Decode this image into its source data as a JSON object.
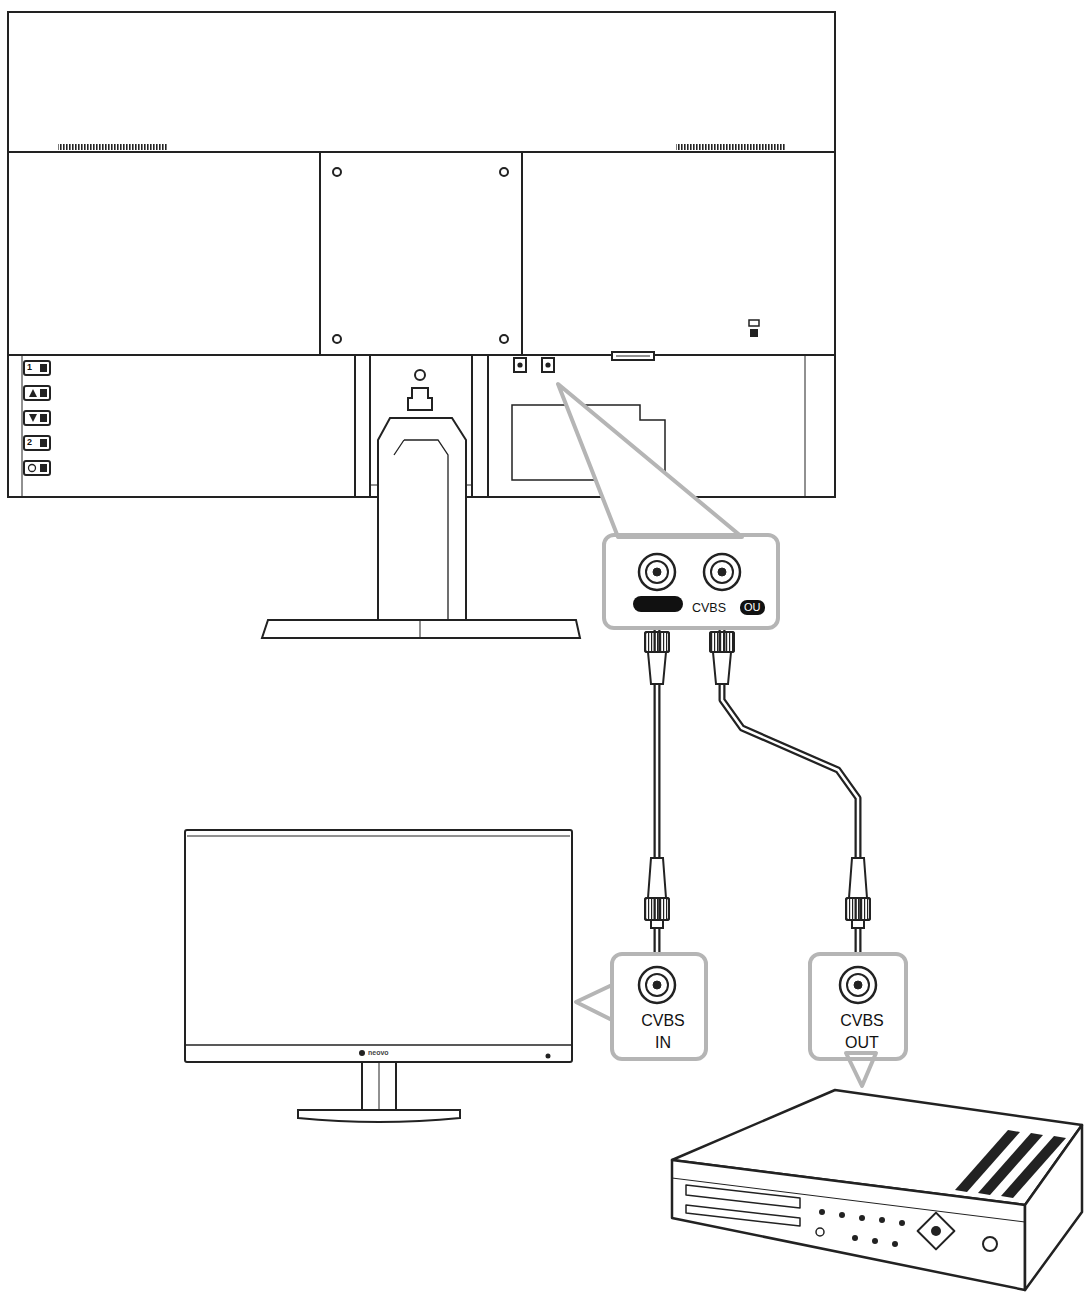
{
  "diagram": {
    "nodes": [
      {
        "text": [
          "CVBS",
          "OU"
        ]
      },
      {
        "text": [
          "CVBS IN"
        ]
      },
      {
        "text": [
          "CVBS OUT"
        ]
      }
    ],
    "edges": [
      {
        "from": 0,
        "to": 1,
        "arrow": "none"
      },
      {
        "from": 0,
        "to": 2,
        "arrow": "none"
      }
    ],
    "labels": [
      "1",
      "2",
      "neovo"
    ]
  }
}
